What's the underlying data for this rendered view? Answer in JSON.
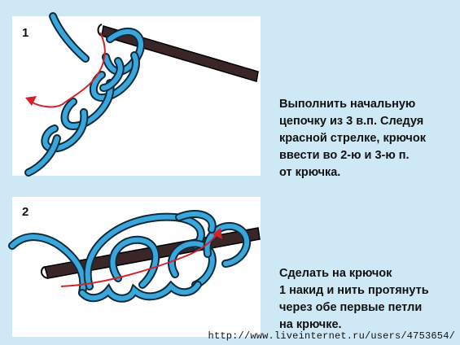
{
  "steps": [
    {
      "number": "1",
      "text_lines": [
        "Выполнить начальную",
        "цепочку из 3 в.п. Следуя",
        "красной стрелке, крючок",
        "ввести во 2-ю и 3-ю п.",
        "от крючка."
      ]
    },
    {
      "number": "2",
      "text_lines": [
        "Сделать на крючок",
        "1 накид и нить протянуть",
        "через обе первые петли",
        "на крючке."
      ]
    }
  ],
  "watermark": "http://www.liveinternet.ru/users/4753654/",
  "colors": {
    "background": "#cfe8f6",
    "yarn": "#3aa7dc",
    "yarn_outline": "#0d2a3a",
    "hook": "#3a2626",
    "arrow": "#d3222a"
  }
}
